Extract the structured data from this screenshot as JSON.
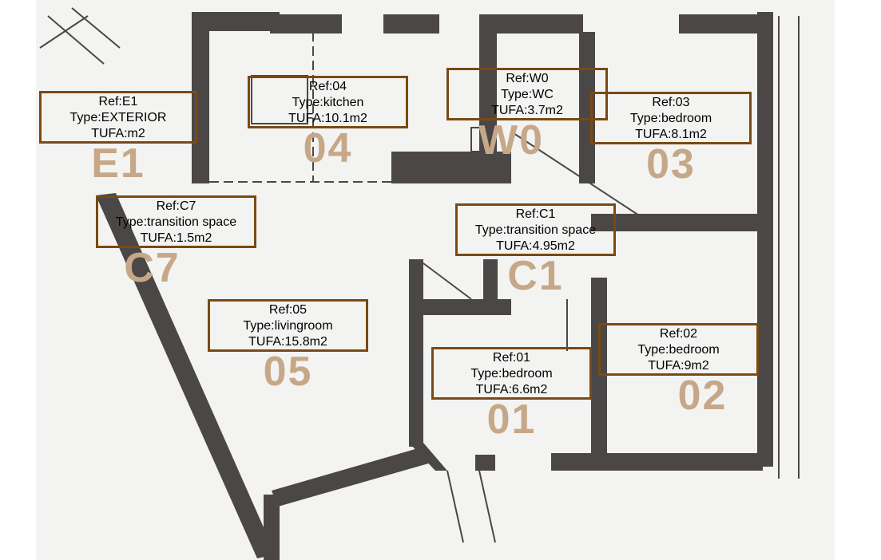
{
  "rooms": [
    {
      "id": "E1",
      "ref": "Ref:E1",
      "type": "Type:EXTERIOR",
      "tufa": "TUFA:m2"
    },
    {
      "id": "04",
      "ref": "Ref:04",
      "type": "Type:kitchen",
      "tufa": "TUFA:10.1m2"
    },
    {
      "id": "W0",
      "ref": "Ref:W0",
      "type": "Type:WC",
      "tufa": "TUFA:3.7m2"
    },
    {
      "id": "03",
      "ref": "Ref:03",
      "type": "Type:bedroom",
      "tufa": "TUFA:8.1m2"
    },
    {
      "id": "C7",
      "ref": "Ref:C7",
      "type": "Type:transition space",
      "tufa": "TUFA:1.5m2"
    },
    {
      "id": "C1",
      "ref": "Ref:C1",
      "type": "Type:transition space",
      "tufa": "TUFA:4.95m2"
    },
    {
      "id": "05",
      "ref": "Ref:05",
      "type": "Type:livingroom",
      "tufa": "TUFA:15.8m2"
    },
    {
      "id": "02",
      "ref": "Ref:02",
      "type": "Type:bedroom",
      "tufa": "TUFA:9m2"
    },
    {
      "id": "01",
      "ref": "Ref:01",
      "type": "Type:bedroom",
      "tufa": "TUFA:6.6m2"
    }
  ],
  "colors": {
    "box_border": "#7a4a12",
    "big_label": "#c6a888",
    "wall": "#4a4746"
  }
}
